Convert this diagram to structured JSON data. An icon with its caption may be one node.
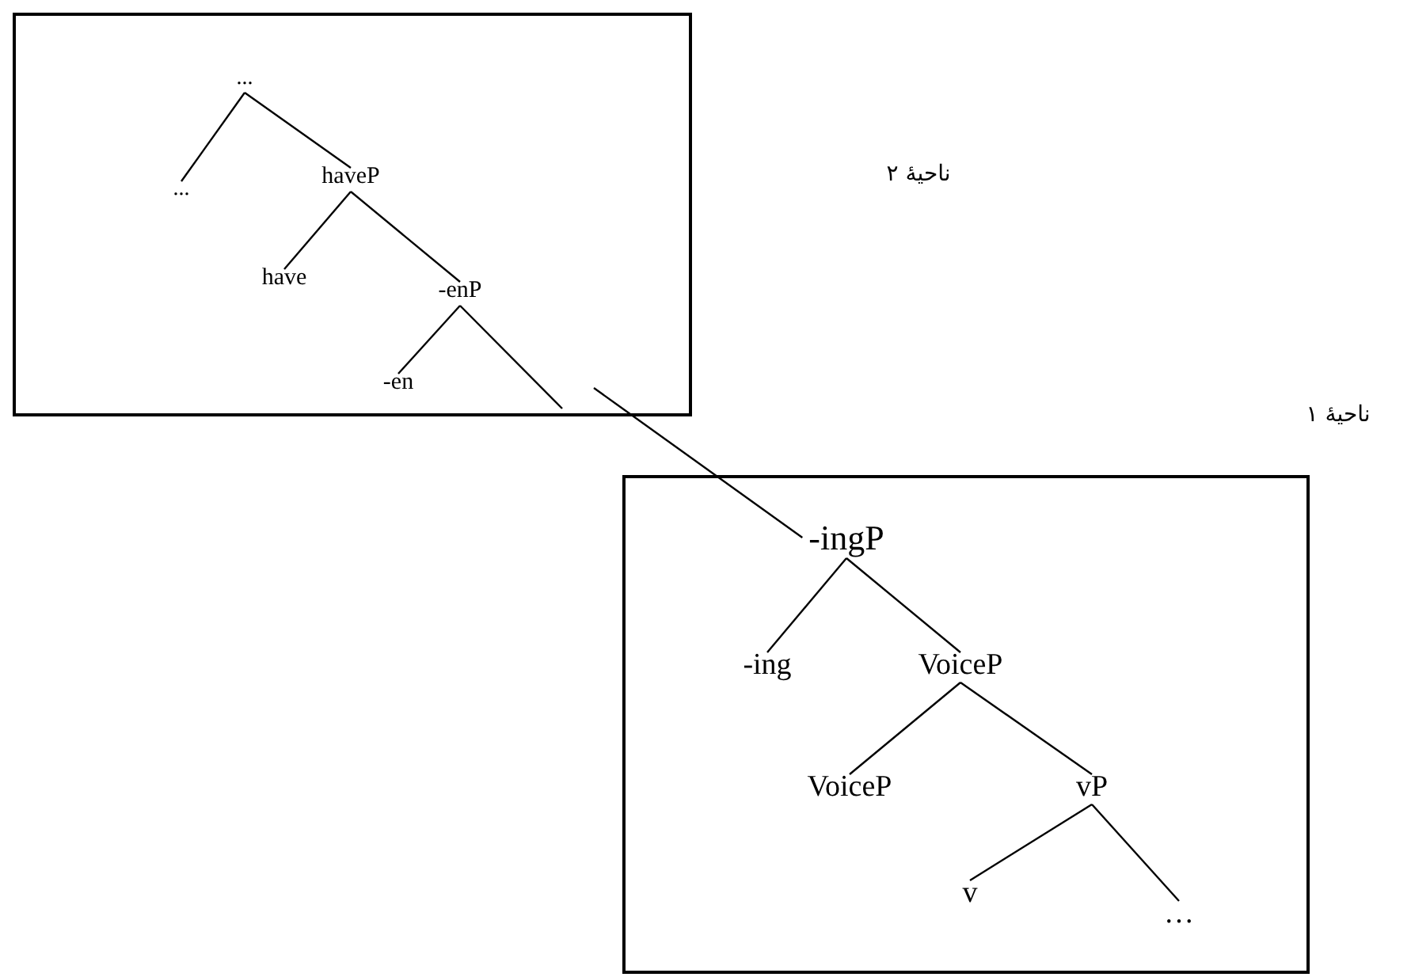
{
  "diagram": {
    "nodes": [
      {
        "text": [],
        "shape": "box"
      },
      {
        "text": [
          "..."
        ],
        "in": 0
      },
      {
        "text": [
          "..."
        ],
        "in": 0
      },
      {
        "text": [
          "haveP"
        ],
        "in": 0
      },
      {
        "text": [
          "have"
        ],
        "in": 0
      },
      {
        "text": [
          "-enP"
        ],
        "in": 0
      },
      {
        "text": [
          "-en"
        ],
        "in": 0
      },
      {
        "text": [],
        "shape": "box"
      },
      {
        "text": [
          "-ingP"
        ],
        "in": 7
      },
      {
        "text": [
          "-ing"
        ],
        "in": 7
      },
      {
        "text": [
          "VoiceP"
        ],
        "in": 7
      },
      {
        "text": [
          "VoiceP"
        ],
        "in": 7
      },
      {
        "text": [
          "vP"
        ],
        "in": 7
      },
      {
        "text": [
          "v"
        ],
        "in": 7
      },
      {
        "text": [
          "…"
        ],
        "in": 7
      }
    ],
    "edges": [
      {
        "from": 1,
        "to": 2,
        "arrow": "none"
      },
      {
        "from": 1,
        "to": 3,
        "arrow": "none"
      },
      {
        "from": 3,
        "to": 4,
        "arrow": "none"
      },
      {
        "from": 3,
        "to": 5,
        "arrow": "none"
      },
      {
        "from": 5,
        "to": 6,
        "arrow": "none"
      },
      {
        "from": 5,
        "to": null,
        "arrow": "none"
      },
      {
        "from": null,
        "to": 8,
        "arrow": "none"
      },
      {
        "from": 8,
        "to": 9,
        "arrow": "none"
      },
      {
        "from": 8,
        "to": 10,
        "arrow": "none"
      },
      {
        "from": 10,
        "to": 11,
        "arrow": "none"
      },
      {
        "from": 10,
        "to": 12,
        "arrow": "none"
      },
      {
        "from": 12,
        "to": 13,
        "arrow": "none"
      },
      {
        "from": 12,
        "to": 14,
        "arrow": "none"
      }
    ],
    "labels": [
      "ناحيهٔ ۲",
      "ناحيهٔ ۱"
    ]
  }
}
